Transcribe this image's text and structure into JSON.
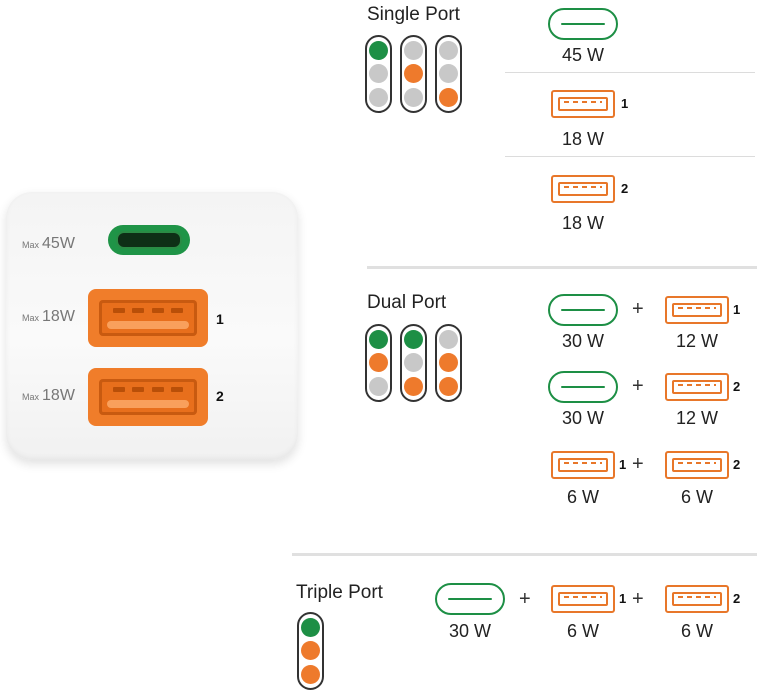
{
  "colors": {
    "green": "#1d8f45",
    "orange": "#ee7a2c",
    "gray": "#c8c8c8"
  },
  "charger": {
    "max_label": "Max",
    "usbc_watt": "45W",
    "usba1_watt": "18W",
    "usba2_watt": "18W",
    "port1_num": "1",
    "port2_num": "2"
  },
  "single": {
    "title": "Single Port",
    "rows": [
      {
        "watt": "45 W"
      },
      {
        "watt": "18 W",
        "num": "1"
      },
      {
        "watt": "18 W",
        "num": "2"
      }
    ],
    "indicators": [
      [
        "green",
        "gray",
        "gray"
      ],
      [
        "gray",
        "orange",
        "gray"
      ],
      [
        "gray",
        "gray",
        "orange"
      ]
    ]
  },
  "dual": {
    "title": "Dual Port",
    "rows": [
      {
        "left": "30 W",
        "right": "12 W",
        "right_num": "1"
      },
      {
        "left": "30 W",
        "right": "12 W",
        "right_num": "2"
      },
      {
        "left": "6 W",
        "left_num": "1",
        "right": "6 W",
        "right_num": "2"
      }
    ],
    "plus": "+",
    "indicators": [
      [
        "green",
        "orange",
        "gray"
      ],
      [
        "green",
        "gray",
        "orange"
      ],
      [
        "gray",
        "orange",
        "orange"
      ]
    ]
  },
  "triple": {
    "title": "Triple Port",
    "watts": [
      "30 W",
      "6 W",
      "6 W"
    ],
    "nums": [
      "1",
      "2"
    ],
    "plus": "+",
    "indicators": [
      [
        "green",
        "orange",
        "orange"
      ]
    ]
  }
}
